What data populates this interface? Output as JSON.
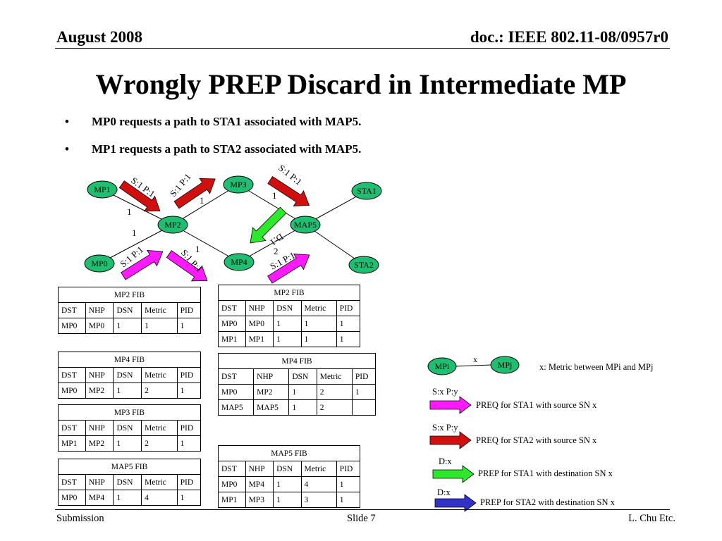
{
  "header": {
    "left": "August 2008",
    "right": "doc.: IEEE 802.11-08/0957r0"
  },
  "title": "Wrongly PREP Discard in Intermediate MP",
  "bullets": [
    "MP0 requests a path to STA1 associated with MAP5.",
    "MP1 requests a path to STA2 associated with MAP5."
  ],
  "colors": {
    "node": "#1fbf72",
    "preq_sta1": "#ff19ff",
    "preq_sta2": "#d10f0f",
    "prep_sta1": "#2ee82e",
    "prep_sta2": "#3232c8"
  },
  "diagram": {
    "nodes": {
      "mp1": "MP1",
      "mp0": "MP0",
      "mp2": "MP2",
      "mp3": "MP3",
      "mp4": "MP4",
      "map5": "MAP5",
      "sta1": "STA1",
      "sta2": "STA2"
    },
    "metrics": {
      "mp1_mp2": "1",
      "mp0_mp2": "1",
      "mp2_mp3": "1",
      "mp2_mp4": "1",
      "mp3_map5": "1",
      "mp4_map5": "2"
    },
    "arrow_labels": {
      "mp1_mp2": "S:1 P:1",
      "mp2_mp3": "S:1 P:1",
      "mp3_map5": "S:1 P:1",
      "map5_mp2": "D:1",
      "mp0_mp2": "S:1 P:1",
      "mp2_mp4": "S:1 P:1",
      "mp4_map5": "S:1 P:1"
    }
  },
  "tables": {
    "cols5": [
      "DST",
      "NHP",
      "DSN",
      "Metric",
      "PID"
    ],
    "left_mp2": {
      "caption": "MP2 FIB",
      "rows": [
        [
          "MP0",
          "MP0",
          "1",
          "1",
          "1"
        ]
      ]
    },
    "left_mp4": {
      "caption": "MP4 FIB",
      "rows": [
        [
          "MP0",
          "MP2",
          "1",
          "2",
          "1"
        ]
      ]
    },
    "left_mp3": {
      "caption": "MP3 FIB",
      "rows": [
        [
          "MP1",
          "MP2",
          "1",
          "2",
          "1"
        ]
      ]
    },
    "left_map5": {
      "caption": "MAP5 FIB",
      "rows": [
        [
          "MP0",
          "MP4",
          "1",
          "4",
          "1"
        ]
      ]
    },
    "right_mp2": {
      "caption": "MP2 FIB",
      "rows": [
        [
          "MP0",
          "MP0",
          "1",
          "1",
          "1"
        ],
        [
          "MP1",
          "MP1",
          "1",
          "1",
          "1"
        ]
      ]
    },
    "right_mp4": {
      "caption": "MP4 FIB",
      "rows": [
        [
          "MP0",
          "MP2",
          "1",
          "2",
          "1"
        ],
        [
          "MAP5",
          "MAP5",
          "1",
          "2",
          ""
        ]
      ]
    },
    "right_map5": {
      "caption": "MAP5 FIB",
      "rows": [
        [
          "MP0",
          "MP4",
          "1",
          "4",
          "1"
        ],
        [
          "MP1",
          "MP3",
          "1",
          "3",
          "1"
        ]
      ]
    }
  },
  "legend": {
    "mpi": "MPi",
    "mpj": "MPj",
    "x": "x",
    "metric_desc": "x:  Metric between MPi  and MPj",
    "items": [
      {
        "label": "S:x P:y",
        "desc": "PREQ  for STA1 with source SN x"
      },
      {
        "label": "S:x P:y",
        "desc": "PREQ  for STA2 with source SN x"
      },
      {
        "label": "D:x",
        "desc": "PREP  for STA1 with destination SN x"
      },
      {
        "label": "D:x",
        "desc": "PREP  for STA2 with destination SN x"
      }
    ]
  },
  "footer": {
    "left": "Submission",
    "center": "Slide 7",
    "right": "L. Chu Etc."
  }
}
